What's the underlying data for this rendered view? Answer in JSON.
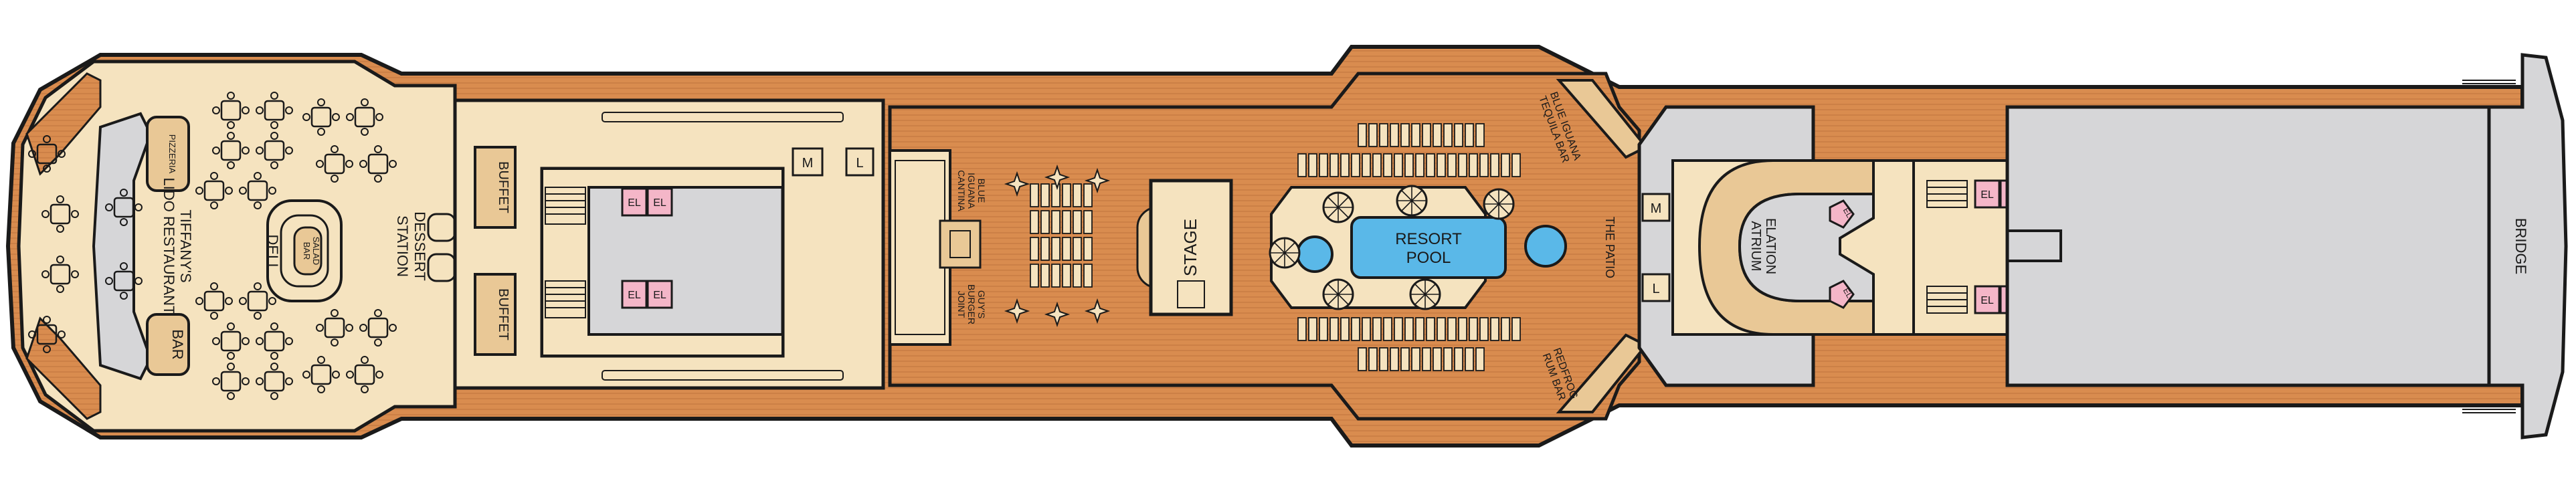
{
  "deck_plan": {
    "labels": {
      "pizzeria": "PIZZERIA",
      "bar": "BAR",
      "lido_line1": "TIFFANY'S",
      "lido_line2": "LIDO RESTAURANT",
      "deli": "DELI",
      "salad_line1": "SALAD",
      "salad_line2": "BAR",
      "dessert_line1": "DESSERT",
      "dessert_line2": "STATION",
      "buffet_top": "BUFFET",
      "buffet_bottom": "BUFFET",
      "el": "EL",
      "m": "M",
      "l": "L",
      "blue_iguana_line1": "BLUE",
      "blue_iguana_line2": "IGUANA",
      "blue_iguana_line3": "CANTINA",
      "guys_line1": "GUY'S",
      "guys_line2": "BURGER",
      "guys_line3": "JOINT",
      "stage": "STAGE",
      "resort_pool_line1": "RESORT",
      "resort_pool_line2": "POOL",
      "tequila_line1": "BLUE IGUANA",
      "tequila_line2": "TEQUILA BAR",
      "redfrog_line1": "REDFROG",
      "redfrog_line2": "RUM BAR",
      "the_patio": "THE PATIO",
      "elation_line1": "ELATION",
      "elation_line2": "ATRIUM",
      "bridge": "BRIDGE"
    },
    "colors": {
      "wood": "#d98c4f",
      "wood_line": "#c47a40",
      "interior": "#f5e3bf",
      "interior_dark": "#e9c896",
      "void": "#d6d6d8",
      "outline": "#1a1a1a",
      "elevator": "#f4b6c8",
      "pool": "#5ab8e8",
      "mid": "#c98a4c"
    }
  }
}
